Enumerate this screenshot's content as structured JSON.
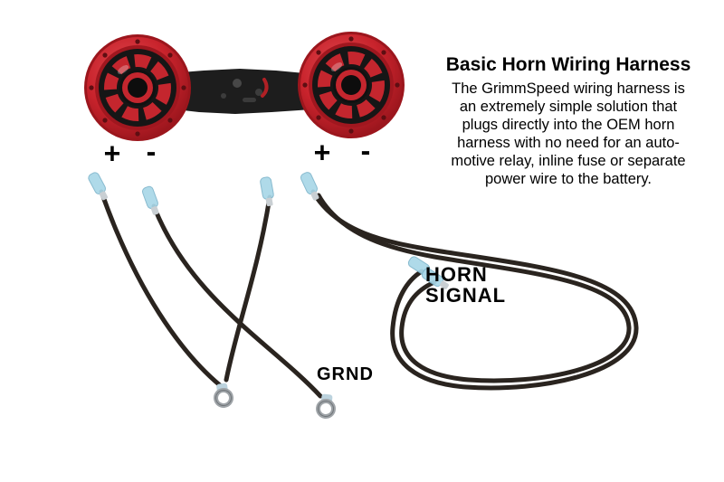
{
  "title": "Basic Horn Wiring Harness",
  "description": {
    "lines": [
      "The GrimmSpeed wiring harness is",
      "an extremely simple solution that",
      "plugs directly into the OEM horn",
      "harness with no need for an auto-",
      "motive relay, inline fuse or separate",
      "power wire to the battery."
    ]
  },
  "labels": {
    "left_horn_positive": "+",
    "left_horn_negative": "-",
    "right_horn_positive": "+",
    "right_horn_negative": "-",
    "horn_signal_line1": "HORN",
    "horn_signal_line2": "SIGNAL",
    "ground": "GRND"
  },
  "icons": {
    "left_horn": "red-horn-icon",
    "right_horn": "red-horn-icon",
    "bracket": "mounting-bracket-icon",
    "connectors": "blue-spade-connector-icon",
    "terminals": "ring-terminal-icon"
  },
  "colors": {
    "background": "#ffffff",
    "text": "#000000",
    "horn_red": "#c8232c",
    "horn_dark_red": "#8f1219",
    "horn_face_black": "#161616",
    "bracket_black": "#1d1d1d",
    "wire_black": "#2a241f",
    "connector_blue": "#a9d7e8",
    "terminal_silver": "#a9a9a9"
  }
}
